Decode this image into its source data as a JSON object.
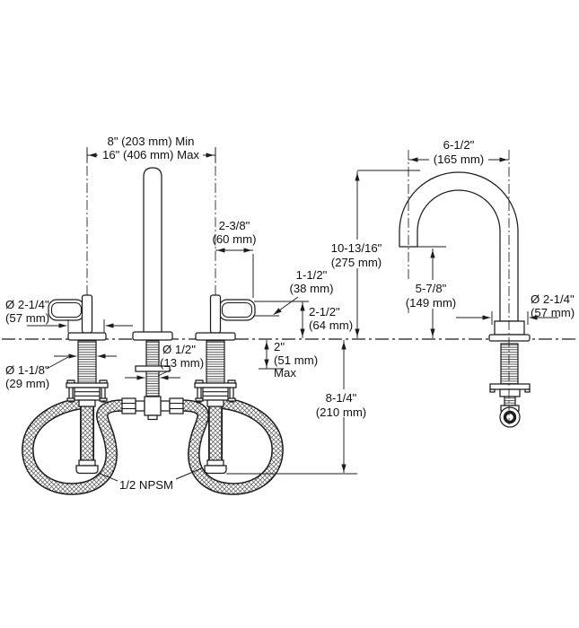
{
  "diagram": {
    "type": "technical-dimension-drawing",
    "subject": "widespread two-handle lavatory faucet with gooseneck spout, front and side views with rough-in dimensions",
    "units": "inches (millimeters)",
    "labels": {
      "spread_min": "8\" (203 mm) Min",
      "spread_max": "16\" (406 mm) Max",
      "lever_reach_in": "2-3/8\"",
      "lever_reach_mm": "(60 mm)",
      "lever_rise_in": "1-1/2\"",
      "lever_rise_mm": "(38 mm)",
      "handle_height_in": "2-1/2\"",
      "handle_height_mm": "(64 mm)",
      "deck_max_in": "2\"",
      "deck_max_mm": "(51 mm)",
      "deck_max_suffix": "Max",
      "handle_base_dia_in": "Ø 2-1/4\"",
      "handle_base_dia_mm": "(57 mm)",
      "hole_dia_in": "Ø 1-1/8\"",
      "hole_dia_mm": "(29 mm)",
      "spout_shank_dia_in": "Ø 1/2\"",
      "spout_shank_dia_mm": "(13 mm)",
      "supply_drop_in": "8-1/4\"",
      "supply_drop_mm": "(210 mm)",
      "supply_thread": "1/2 NPSM",
      "spout_reach_in": "6-1/2\"",
      "spout_reach_mm": "(165 mm)",
      "spout_height_in": "10-13/16\"",
      "spout_height_mm": "(275 mm)",
      "spout_outlet_height_in": "5-7/8\"",
      "spout_outlet_height_mm": "(149 mm)",
      "spout_base_dia_in": "Ø 2-1/4\"",
      "spout_base_dia_mm": "(57 mm)"
    },
    "line_color": "#1c1c1c",
    "background": "#ffffff"
  }
}
